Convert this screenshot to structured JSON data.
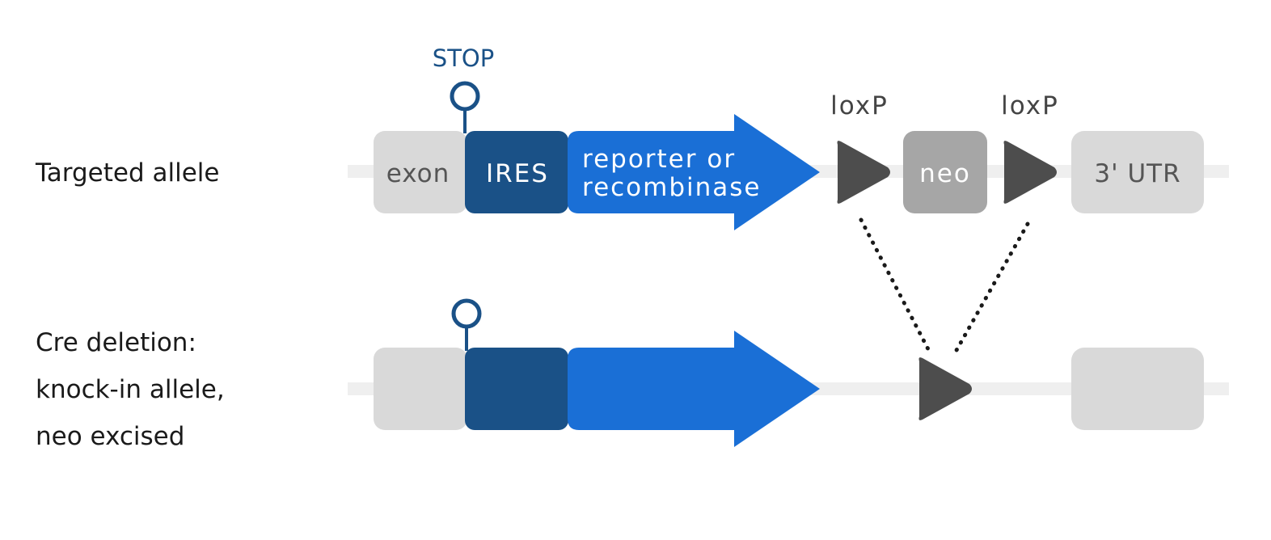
{
  "rows": {
    "targeted": {
      "label": "Targeted allele"
    },
    "deletion": {
      "label_line1": "Cre deletion:",
      "label_line2": "knock-in allele,",
      "label_line3": "neo excised"
    }
  },
  "labels": {
    "stop": "STOP",
    "loxp_left": "loxP",
    "loxp_right": "loxP",
    "exon": "exon",
    "ires": "IRES",
    "reporter_line1": "reporter or",
    "reporter_line2": "recombinase",
    "neo": "neo",
    "utr": "3' UTR"
  },
  "colors": {
    "backbone": "#efefef",
    "exon": "#d9d9d9",
    "ires": "#1a5187",
    "reporter": "#1a6fd6",
    "neo": "#a6a6a6",
    "loxp": "#4d4d4d",
    "stop": "#1a5187",
    "dotted": "#1a1a1a"
  }
}
